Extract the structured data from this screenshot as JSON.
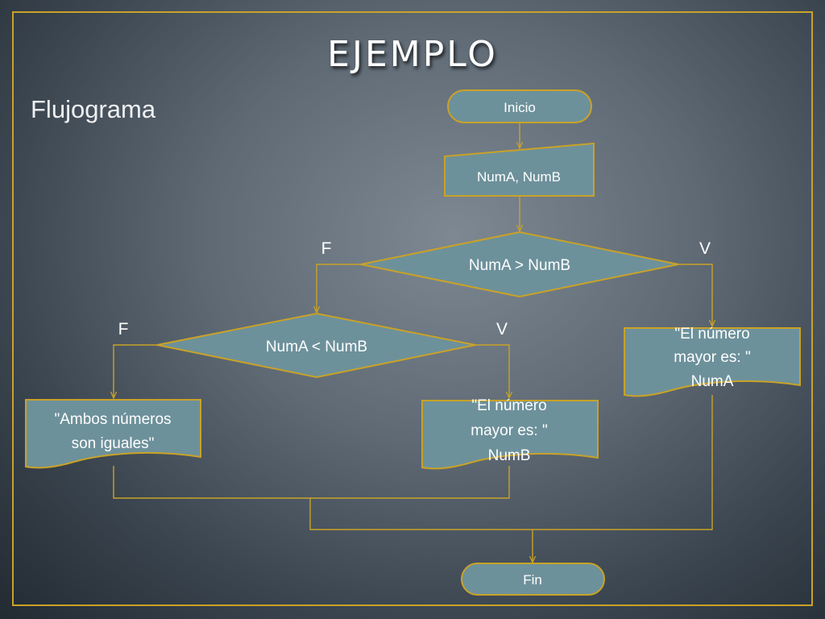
{
  "slide": {
    "title": "EJEMPLO",
    "subtitle": "Flujograma"
  },
  "flowchart": {
    "start": "Inicio",
    "input": "NumA, NumB",
    "decision_1": "NumA > NumB",
    "decision_1_false": "F",
    "decision_1_true": "V",
    "decision_2": "NumA < NumB",
    "decision_2_false": "F",
    "decision_2_true": "V",
    "output_a": [
      "\"El número",
      "mayor es: \"",
      "NumA"
    ],
    "output_b": [
      "\"El número",
      "mayor es: \"",
      "NumB"
    ],
    "output_equal": [
      "\"Ambos números",
      "son iguales\""
    ],
    "end": "Fin"
  },
  "colors": {
    "accent": "#c9a227",
    "shape_fill": "#6d919b"
  }
}
